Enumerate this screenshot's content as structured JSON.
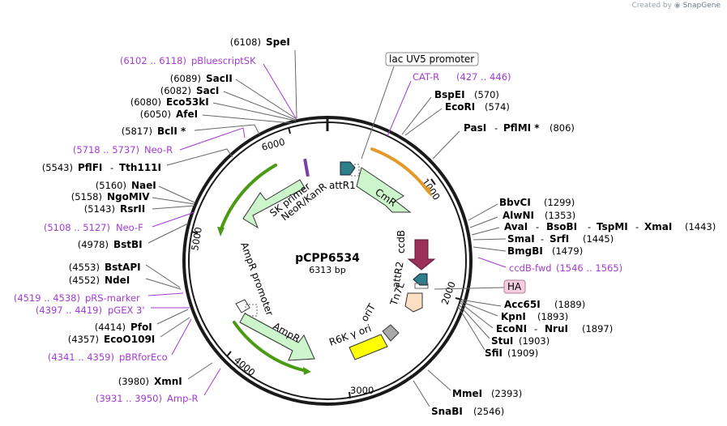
{
  "credit": {
    "prefix": "Created by",
    "brand": "SnapGene"
  },
  "plasmid": {
    "name": "pCPP6534",
    "size": "6313 bp"
  },
  "ticks": [
    "1000",
    "2000",
    "3000",
    "4000",
    "5000",
    "6000"
  ],
  "features": {
    "cmr": "CmR",
    "attr1": "attR1",
    "sk_primer": "SK primer",
    "neo_kan": "NeoR/KanR",
    "ampr_promoter": "AmpR promoter",
    "ampr": "AmpR",
    "ccdb": "ccdB",
    "attr2": "attR2",
    "tn7l": "Tn7L",
    "orit": "oriT",
    "r6k": "R6K γ ori"
  },
  "boxed_labels": {
    "lac_uv5": "lac UV5 promoter",
    "ha": "HA"
  },
  "sites": {
    "spei": {
      "pos": "(6108)",
      "name": "SpeI"
    },
    "sacii": {
      "pos": "(6089)",
      "name": "SacII"
    },
    "saci": {
      "pos": "(6082)",
      "name": "SacI"
    },
    "eco53ki": {
      "pos": "(6080)",
      "name": "Eco53kI"
    },
    "afei": {
      "pos": "(6050)",
      "name": "AfeI"
    },
    "bcli": {
      "pos": "(5817)",
      "name": "BclI *"
    },
    "pflfi": {
      "pos": "(5543)",
      "name": "PflFI",
      "name2": "Tth111I"
    },
    "naei": {
      "pos": "(5160)",
      "name": "NaeI"
    },
    "ngomiv": {
      "pos": "(5158)",
      "name": "NgoMIV"
    },
    "rsrii": {
      "pos": "(5143)",
      "name": "RsrII"
    },
    "bstbi": {
      "pos": "(4978)",
      "name": "BstBI"
    },
    "bstapi": {
      "pos": "(4553)",
      "name": "BstAPI"
    },
    "ndei": {
      "pos": "(4552)",
      "name": "NdeI"
    },
    "pfoi": {
      "pos": "(4414)",
      "name": "PfoI"
    },
    "ecoo109i": {
      "pos": "(4357)",
      "name": "EcoO109I"
    },
    "xmni": {
      "pos": "(3980)",
      "name": "XmnI"
    },
    "bspei": {
      "name": "BspEI",
      "pos": "(570)"
    },
    "ecori": {
      "name": "EcoRI",
      "pos": "(574)"
    },
    "pasi": {
      "name": "PasI",
      "name2": "PflMI *",
      "pos": "(806)"
    },
    "bbvci": {
      "name": "BbvCI",
      "pos": "(1299)"
    },
    "alwni": {
      "name": "AlwNI",
      "pos": "(1353)"
    },
    "avai": {
      "name": "AvaI",
      "name2": "BsoBI",
      "name3": "TspMI",
      "name4": "XmaI",
      "pos": "(1443)"
    },
    "smai": {
      "name": "SmaI",
      "name2": "SrfI",
      "pos": "(1445)"
    },
    "bmgbi": {
      "name": "BmgBI",
      "pos": "(1479)"
    },
    "acc65i": {
      "name": "Acc65I",
      "pos": "(1889)"
    },
    "kpni": {
      "name": "KpnI",
      "pos": "(1893)"
    },
    "econi": {
      "name": "EcoNI",
      "name2": "NruI",
      "pos": "(1897)"
    },
    "stui": {
      "name": "StuI",
      "pos": "(1903)"
    },
    "sfii": {
      "name": "SfiI",
      "pos": "(1909)"
    },
    "mmei": {
      "name": "MmeI",
      "pos": "(2393)"
    },
    "snabi": {
      "name": "SnaBI",
      "pos": "(2546)"
    }
  },
  "primers": {
    "pbluescriptsk": {
      "range": "(6102 .. 6118)",
      "name": "pBluescriptSK"
    },
    "neor": {
      "range": "(5718 .. 5737)",
      "name": "Neo-R"
    },
    "neof": {
      "range": "(5108 .. 5127)",
      "name": "Neo-F"
    },
    "prsmarker": {
      "range": "(4519 .. 4538)",
      "name": "pRS-marker"
    },
    "pgex3": {
      "range": "(4397 .. 4419)",
      "name": "pGEX 3'"
    },
    "pbrforeco": {
      "range": "(4341 .. 4359)",
      "name": "pBRforEco"
    },
    "ampr": {
      "range": "(3931 .. 3950)",
      "name": "Amp-R"
    },
    "catr": {
      "name": "CAT-R",
      "range": "(427 .. 446)"
    },
    "ccdbfwd": {
      "name": "ccdB-fwd",
      "range": "(1546 .. 1565)"
    }
  },
  "colors": {
    "backbone": "#1a1a1a",
    "cmr": "#ccf5cc",
    "ampr": "#ccf5cc",
    "neo": "#ccf5cc",
    "attr": "#2e7f8c",
    "ccdb": "#9c2f5b",
    "tn7l": "#fde0c4",
    "r6k": "#ffff00",
    "orit": "#a9a9a9",
    "primer": "#a23bd1",
    "orange_arc": "#e39a2a",
    "green_arc": "#4a9a14",
    "ha_box": "#f4cede"
  }
}
